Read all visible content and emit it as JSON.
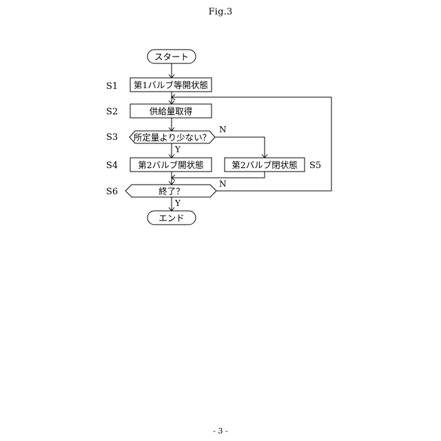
{
  "figure": {
    "title": "Fig.3"
  },
  "page": {
    "number": "- 3 -"
  },
  "flowchart": {
    "start": "スタート",
    "end": "エンド",
    "steps": {
      "s1": {
        "label": "S1",
        "text": "第1バルブ等開状態"
      },
      "s2": {
        "label": "S2",
        "text": "供給量取得"
      },
      "s3": {
        "label": "S3",
        "text": "所定量より少ない？",
        "yes": "Y",
        "no": "N"
      },
      "s4": {
        "label": "S4",
        "text": "第2バルブ開状態"
      },
      "s5": {
        "label": "S5",
        "text": "第2バルブ閉状態"
      },
      "s6": {
        "label": "S6",
        "text": "終了？",
        "yes": "Y",
        "no": "N"
      }
    }
  }
}
